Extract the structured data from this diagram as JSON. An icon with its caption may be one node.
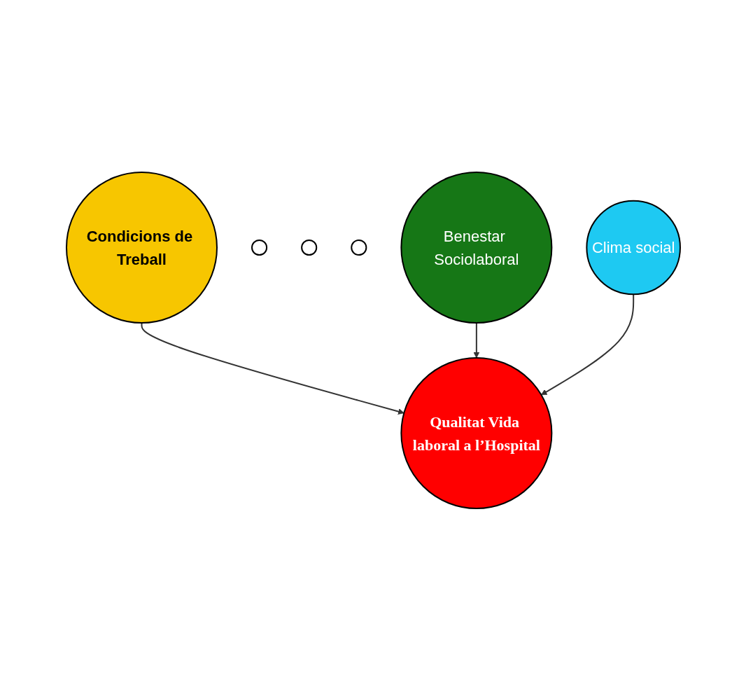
{
  "diagram": {
    "nodes": [
      {
        "text": [
          "Condicions de Treball"
        ]
      },
      {
        "text": [],
        "shape": "circle"
      },
      {
        "text": [],
        "shape": "circle"
      },
      {
        "text": [],
        "shape": "circle"
      },
      {
        "text": [
          "Qualitat Vida laboral a l’Hospital"
        ]
      },
      {
        "text": [
          "Benestar Sociolaboral"
        ]
      },
      {
        "text": [
          "Clima social"
        ]
      }
    ],
    "edges": [
      {
        "from": 0,
        "to": 4,
        "arrow": "to"
      },
      {
        "from": 5,
        "to": 4,
        "arrow": "to"
      },
      {
        "from": 6,
        "to": 4,
        "arrow": "to"
      }
    ]
  }
}
